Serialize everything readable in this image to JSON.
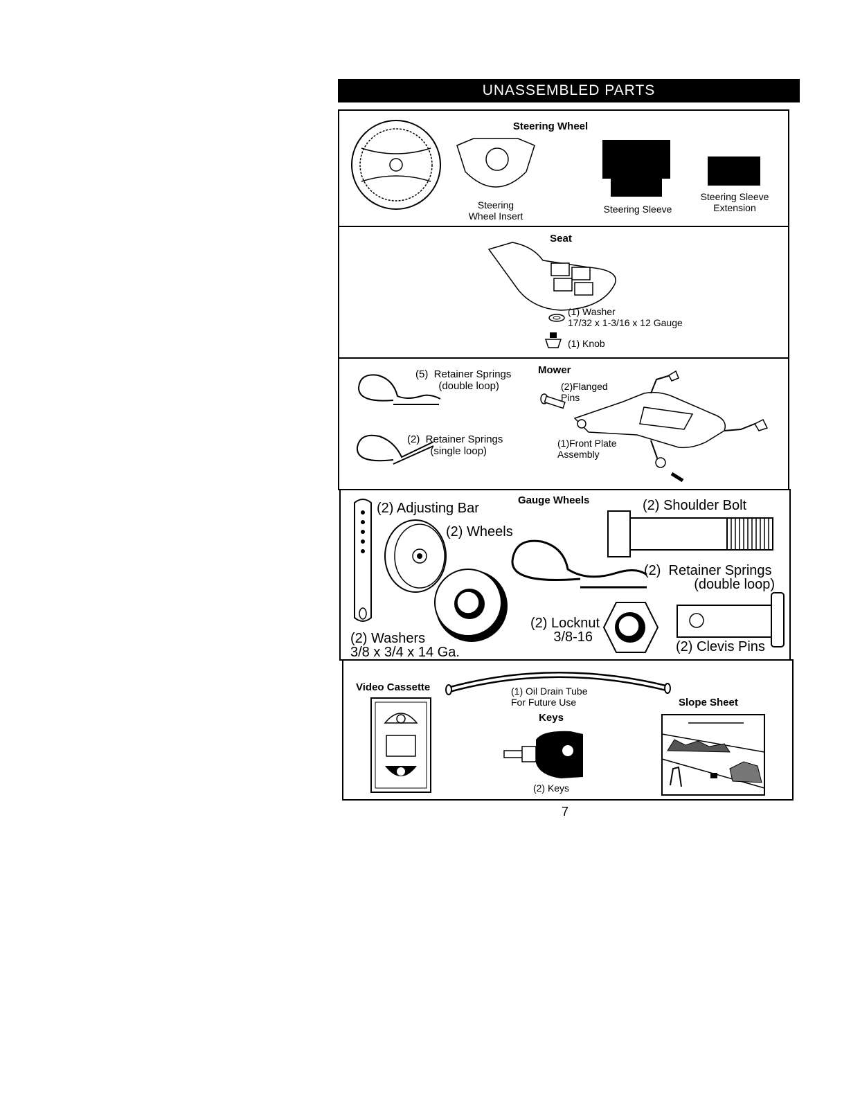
{
  "banner": {
    "title": "UNASSEMBLED PARTS"
  },
  "steering": {
    "heading": "Steering Wheel",
    "insert": "Steering\nWheel Insert",
    "sleeve": "Steering Sleeve",
    "extension": "Steering Sleeve\nExtension"
  },
  "seat": {
    "heading": "Seat",
    "washer": "(1) Washer\n17/32 x 1-3/16 x 12 Gauge",
    "knob": "(1) Knob"
  },
  "mower": {
    "heading": "Mower",
    "springs_double": "(5)  Retainer Springs\n        (double loop)",
    "springs_single": "(2)  Retainer Springs\n        (single loop)",
    "flanged_pins": "(2)Flanged\nPins",
    "front_plate": "(1)Front Plate\nAssembly"
  },
  "gauge": {
    "heading": "Gauge Wheels",
    "adjusting_bar": "(2) Adjusting Bar",
    "wheels": "(2) Wheels",
    "shoulder_bolt": "(2) Shoulder Bolt",
    "retainer_springs": "(2)  Retainer Springs\n             (double loop)",
    "locknut": "(2) Locknut\n      3/8-16",
    "washers": "(2) Washers\n3/8 x 3/4 x 14 Ga.",
    "clevis_pins": "(2) Clevis Pins"
  },
  "misc": {
    "video": "Video Cassette",
    "oil_tube": "(1) Oil Drain Tube\nFor Future Use",
    "keys_heading": "Keys",
    "keys": "(2) Keys",
    "slope": "Slope Sheet"
  },
  "page_number": "7"
}
